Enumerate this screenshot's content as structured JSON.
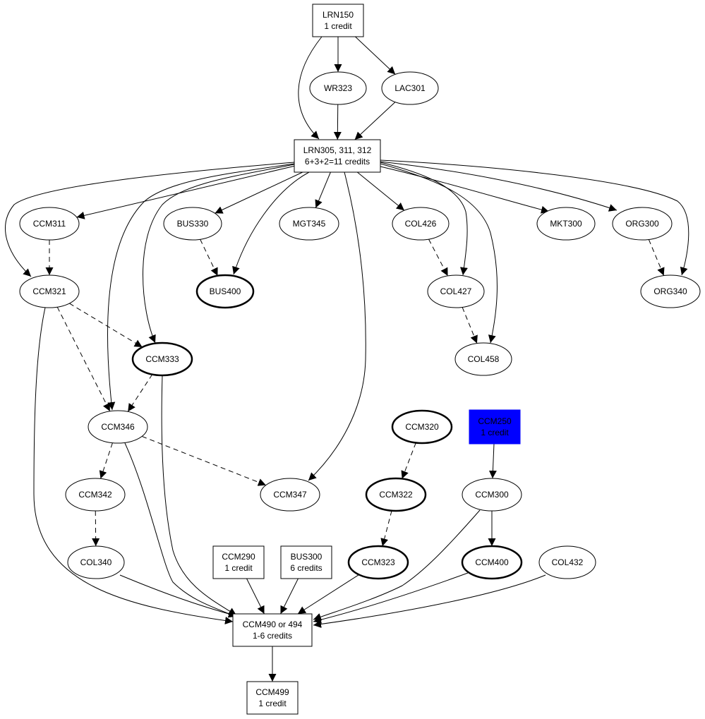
{
  "title": "Course prerequisite graph",
  "colors": {
    "highlight": "#0000ff",
    "stroke": "#000000",
    "background": "#ffffff"
  },
  "nodes": [
    {
      "id": "LRN150",
      "shape": "box",
      "lines": [
        "LRN150",
        "1 credit"
      ]
    },
    {
      "id": "WR323",
      "shape": "ellipse",
      "lines": [
        "WR323"
      ]
    },
    {
      "id": "LAC301",
      "shape": "ellipse",
      "lines": [
        "LAC301"
      ]
    },
    {
      "id": "LRN305",
      "shape": "box",
      "lines": [
        "LRN305, 311, 312",
        "6+3+2=11 credits"
      ]
    },
    {
      "id": "CCM311",
      "shape": "ellipse",
      "lines": [
        "CCM311"
      ]
    },
    {
      "id": "BUS330",
      "shape": "ellipse",
      "lines": [
        "BUS330"
      ]
    },
    {
      "id": "MGT345",
      "shape": "ellipse",
      "lines": [
        "MGT345"
      ]
    },
    {
      "id": "COL426",
      "shape": "ellipse",
      "lines": [
        "COL426"
      ]
    },
    {
      "id": "MKT300",
      "shape": "ellipse",
      "lines": [
        "MKT300"
      ]
    },
    {
      "id": "ORG300",
      "shape": "ellipse",
      "lines": [
        "ORG300"
      ]
    },
    {
      "id": "CCM321",
      "shape": "ellipse",
      "lines": [
        "CCM321"
      ]
    },
    {
      "id": "BUS400",
      "shape": "ellipse",
      "bold": true,
      "lines": [
        "BUS400"
      ]
    },
    {
      "id": "COL427",
      "shape": "ellipse",
      "lines": [
        "COL427"
      ]
    },
    {
      "id": "ORG340",
      "shape": "ellipse",
      "lines": [
        "ORG340"
      ]
    },
    {
      "id": "CCM333",
      "shape": "ellipse",
      "bold": true,
      "lines": [
        "CCM333"
      ]
    },
    {
      "id": "COL458",
      "shape": "ellipse",
      "lines": [
        "COL458"
      ]
    },
    {
      "id": "CCM346",
      "shape": "ellipse",
      "lines": [
        "CCM346"
      ]
    },
    {
      "id": "CCM320",
      "shape": "ellipse",
      "bold": true,
      "lines": [
        "CCM320"
      ]
    },
    {
      "id": "CCM250",
      "shape": "box",
      "filled": true,
      "lines": [
        "CCM250",
        "1 credit"
      ]
    },
    {
      "id": "CCM342",
      "shape": "ellipse",
      "lines": [
        "CCM342"
      ]
    },
    {
      "id": "CCM347",
      "shape": "ellipse",
      "lines": [
        "CCM347"
      ]
    },
    {
      "id": "CCM322",
      "shape": "ellipse",
      "bold": true,
      "lines": [
        "CCM322"
      ]
    },
    {
      "id": "CCM300",
      "shape": "ellipse",
      "lines": [
        "CCM300"
      ]
    },
    {
      "id": "COL340",
      "shape": "ellipse",
      "lines": [
        "COL340"
      ]
    },
    {
      "id": "CCM290",
      "shape": "box",
      "lines": [
        "CCM290",
        "1 credit"
      ]
    },
    {
      "id": "BUS300",
      "shape": "box",
      "lines": [
        "BUS300",
        "6 credits"
      ]
    },
    {
      "id": "CCM323",
      "shape": "ellipse",
      "bold": true,
      "lines": [
        "CCM323"
      ]
    },
    {
      "id": "CCM400",
      "shape": "ellipse",
      "bold": true,
      "lines": [
        "CCM400"
      ]
    },
    {
      "id": "COL432",
      "shape": "ellipse",
      "lines": [
        "COL432"
      ]
    },
    {
      "id": "CCM490",
      "shape": "box",
      "lines": [
        "CCM490 or 494",
        "1-6 credits"
      ]
    },
    {
      "id": "CCM499",
      "shape": "box",
      "lines": [
        "CCM499",
        "1 credit"
      ]
    }
  ],
  "edges": [
    {
      "from": "LRN150",
      "to": "WR323",
      "style": "solid"
    },
    {
      "from": "LRN150",
      "to": "LAC301",
      "style": "solid"
    },
    {
      "from": "LRN150",
      "to": "LRN305",
      "style": "solid"
    },
    {
      "from": "WR323",
      "to": "LRN305",
      "style": "solid"
    },
    {
      "from": "LAC301",
      "to": "LRN305",
      "style": "solid"
    },
    {
      "from": "LRN305",
      "to": "CCM311",
      "style": "solid"
    },
    {
      "from": "LRN305",
      "to": "CCM321",
      "style": "solid"
    },
    {
      "from": "LRN305",
      "to": "CCM346",
      "style": "solid"
    },
    {
      "from": "LRN305",
      "to": "CCM333",
      "style": "solid"
    },
    {
      "from": "LRN305",
      "to": "BUS330",
      "style": "solid"
    },
    {
      "from": "LRN305",
      "to": "BUS400",
      "style": "solid"
    },
    {
      "from": "LRN305",
      "to": "MGT345",
      "style": "solid"
    },
    {
      "from": "LRN305",
      "to": "CCM347",
      "style": "solid"
    },
    {
      "from": "LRN305",
      "to": "COL426",
      "style": "solid"
    },
    {
      "from": "LRN305",
      "to": "COL427",
      "style": "solid"
    },
    {
      "from": "LRN305",
      "to": "COL458",
      "style": "solid"
    },
    {
      "from": "LRN305",
      "to": "MKT300",
      "style": "solid"
    },
    {
      "from": "LRN305",
      "to": "ORG300",
      "style": "solid"
    },
    {
      "from": "LRN305",
      "to": "ORG340",
      "style": "solid"
    },
    {
      "from": "CCM311",
      "to": "CCM321",
      "style": "dashed"
    },
    {
      "from": "BUS330",
      "to": "BUS400",
      "style": "dashed"
    },
    {
      "from": "COL426",
      "to": "COL427",
      "style": "dashed"
    },
    {
      "from": "COL427",
      "to": "COL458",
      "style": "dashed"
    },
    {
      "from": "ORG300",
      "to": "ORG340",
      "style": "dashed"
    },
    {
      "from": "CCM321",
      "to": "CCM333",
      "style": "dashed"
    },
    {
      "from": "CCM321",
      "to": "CCM346",
      "style": "dashed"
    },
    {
      "from": "CCM321",
      "to": "CCM490",
      "style": "solid"
    },
    {
      "from": "CCM333",
      "to": "CCM346",
      "style": "dashed"
    },
    {
      "from": "CCM333",
      "to": "CCM490",
      "style": "solid"
    },
    {
      "from": "CCM346",
      "to": "CCM342",
      "style": "dashed"
    },
    {
      "from": "CCM346",
      "to": "CCM347",
      "style": "dashed"
    },
    {
      "from": "CCM346",
      "to": "CCM490",
      "style": "solid"
    },
    {
      "from": "CCM342",
      "to": "COL340",
      "style": "dashed"
    },
    {
      "from": "COL340",
      "to": "CCM490",
      "style": "solid"
    },
    {
      "from": "CCM320",
      "to": "CCM322",
      "style": "dashed"
    },
    {
      "from": "CCM322",
      "to": "CCM323",
      "style": "dashed"
    },
    {
      "from": "CCM250",
      "to": "CCM300",
      "style": "solid"
    },
    {
      "from": "CCM300",
      "to": "CCM400",
      "style": "solid"
    },
    {
      "from": "CCM300",
      "to": "CCM490",
      "style": "solid"
    },
    {
      "from": "CCM290",
      "to": "CCM490",
      "style": "solid"
    },
    {
      "from": "BUS300",
      "to": "CCM490",
      "style": "solid"
    },
    {
      "from": "CCM323",
      "to": "CCM490",
      "style": "solid"
    },
    {
      "from": "CCM400",
      "to": "CCM490",
      "style": "solid"
    },
    {
      "from": "COL432",
      "to": "CCM490",
      "style": "solid"
    },
    {
      "from": "CCM490",
      "to": "CCM499",
      "style": "solid"
    }
  ]
}
